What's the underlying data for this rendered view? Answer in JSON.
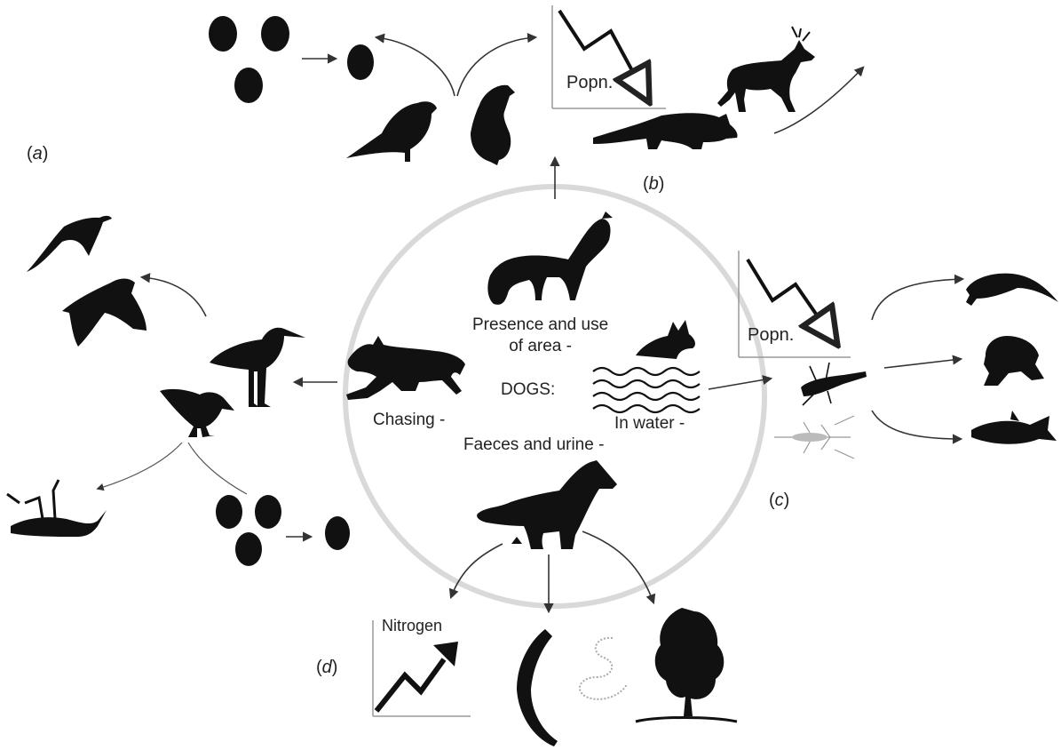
{
  "center": {
    "title": "DOGS:",
    "presence": "Presence and use\nof area -",
    "chasing": "Chasing -",
    "water": "In water -",
    "faeces": "Faeces and urine -"
  },
  "panels": {
    "a": "a",
    "b": "b",
    "c": "c",
    "d": "d"
  },
  "charts": {
    "popn_top": "Popn.",
    "popn_right": "Popn.",
    "nitrogen": "Nitrogen"
  },
  "colors": {
    "silhouette": "#111111",
    "circle": "#d9d9d9",
    "arrow": "#333333"
  }
}
